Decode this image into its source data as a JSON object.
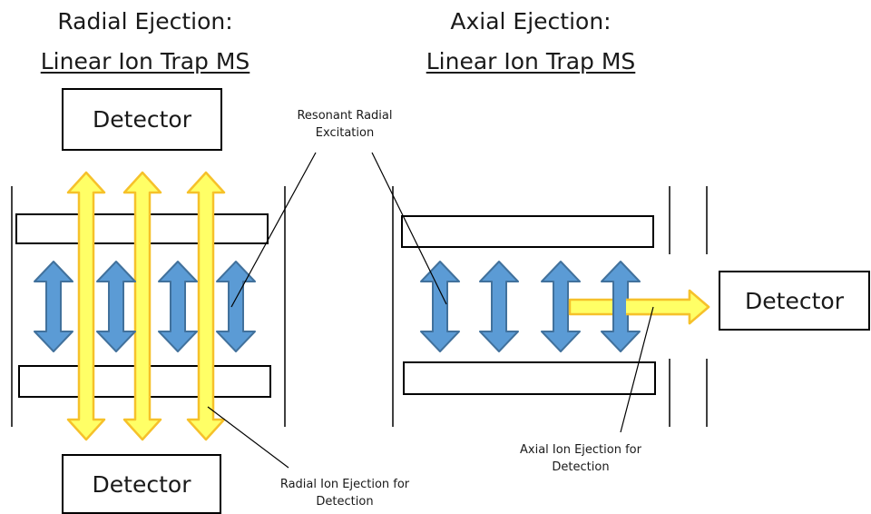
{
  "radial": {
    "title_line1": "Radial Ejection:",
    "title_line2": "Linear Ion Trap MS",
    "detector_top": "Detector",
    "detector_bottom": "Detector"
  },
  "axial": {
    "title_line1": "Axial Ejection:",
    "title_line2": "Linear Ion Trap MS",
    "detector_right": "Detector"
  },
  "labels": {
    "resonant_line1": "Resonant Radial",
    "resonant_line2": "Excitation",
    "radial_ejection_line1": "Radial Ion Ejection for",
    "radial_ejection_line2": "Detection",
    "axial_ejection_line1": "Axial Ion Ejection for",
    "axial_ejection_line2": "Detection"
  },
  "colors": {
    "blue_fill": "#5b9bd5",
    "blue_stroke": "#41719c",
    "yellow_fill": "#ffff66",
    "yellow_stroke": "#f6c12a"
  }
}
